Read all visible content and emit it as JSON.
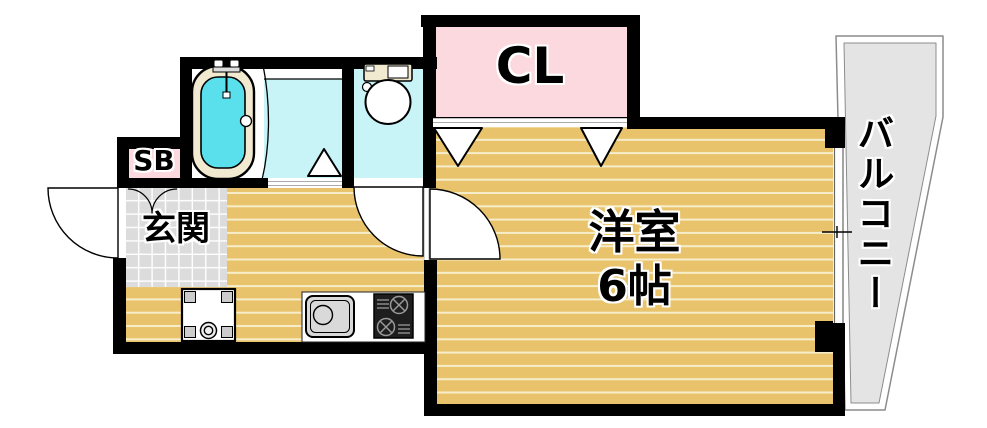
{
  "labels": {
    "closet": "CL",
    "shoe_box": "SB",
    "entrance": "玄関",
    "room_name": "洋室",
    "room_size": "6帖",
    "balcony": "バルコニー"
  },
  "colors": {
    "wall": "#000000",
    "floor_tan": "#e9c36b",
    "floor_stripe": "#f6eecb",
    "entrance_tile": "#dcdcdc",
    "wet_area_cyan": "#c8f4f8",
    "bath_water": "#5ae0ed",
    "tub_rim": "#f1ead0",
    "closet_pink": "#fbd9de",
    "balcony_gray": "#e4e4e4"
  },
  "fixtures": [
    "bathtub",
    "toilet",
    "washing-machine-pan",
    "kitchen-sink",
    "gas-stove",
    "kitchen-counter"
  ]
}
